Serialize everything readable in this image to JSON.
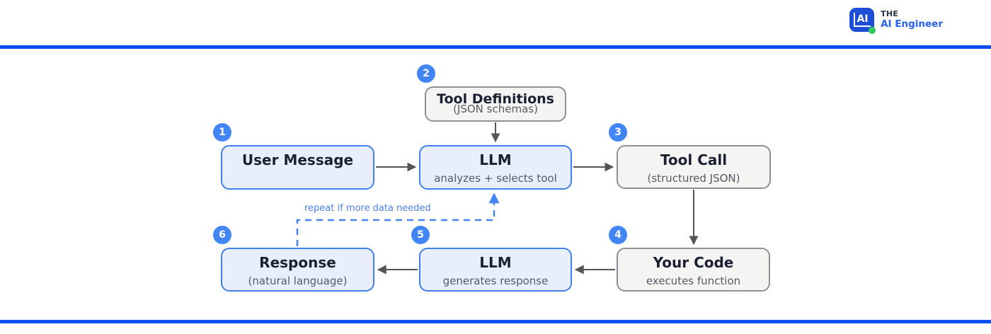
{
  "header": {
    "logo_monogram": "AI",
    "brand_top": "THE",
    "brand_bottom": "AI Engineer"
  },
  "diagram": {
    "loop_label": "repeat if more data needed",
    "nodes": [
      {
        "id": "user-message",
        "step": "1",
        "title": "User Message",
        "subtitle": "",
        "variant": "blue"
      },
      {
        "id": "tool-definitions",
        "step": "2",
        "title": "Tool Definitions",
        "subtitle": "(JSON schemas)",
        "variant": "gray"
      },
      {
        "id": "llm-select",
        "step": "",
        "title": "LLM",
        "subtitle": "analyzes + selects tool",
        "variant": "blue"
      },
      {
        "id": "tool-call",
        "step": "3",
        "title": "Tool Call",
        "subtitle": "(structured JSON)",
        "variant": "gray"
      },
      {
        "id": "your-code",
        "step": "4",
        "title": "Your Code",
        "subtitle": "executes function",
        "variant": "gray"
      },
      {
        "id": "llm-respond",
        "step": "5",
        "title": "LLM",
        "subtitle": "generates response",
        "variant": "blue"
      },
      {
        "id": "response",
        "step": "6",
        "title": "Response",
        "subtitle": "(natural language)",
        "variant": "blue"
      }
    ],
    "edges": [
      {
        "from": "user-message",
        "to": "llm-select",
        "style": "solid",
        "label": ""
      },
      {
        "from": "tool-definitions",
        "to": "llm-select",
        "style": "solid",
        "label": ""
      },
      {
        "from": "llm-select",
        "to": "tool-call",
        "style": "solid",
        "label": ""
      },
      {
        "from": "tool-call",
        "to": "your-code",
        "style": "solid",
        "label": ""
      },
      {
        "from": "your-code",
        "to": "llm-respond",
        "style": "solid",
        "label": ""
      },
      {
        "from": "llm-respond",
        "to": "response",
        "style": "solid",
        "label": ""
      },
      {
        "from": "response",
        "to": "llm-select",
        "style": "dashed",
        "label": "repeat if more data needed"
      }
    ]
  },
  "colors": {
    "rule_blue": "#0b4ff2",
    "accent_blue": "#4285f4",
    "node_blue_fill": "#e9eefb",
    "node_blue_border": "#4080ee",
    "node_gray_fill": "#f4f4f3",
    "node_gray_border": "#8d9196",
    "title_text": "#1b2032",
    "subtitle_text": "#555b63",
    "arrow_gray": "#555555",
    "logo_blue": "#1d4ed8",
    "logo_green": "#2ecc5e",
    "brand_blue": "#2563eb",
    "brand_dark": "#253247"
  }
}
